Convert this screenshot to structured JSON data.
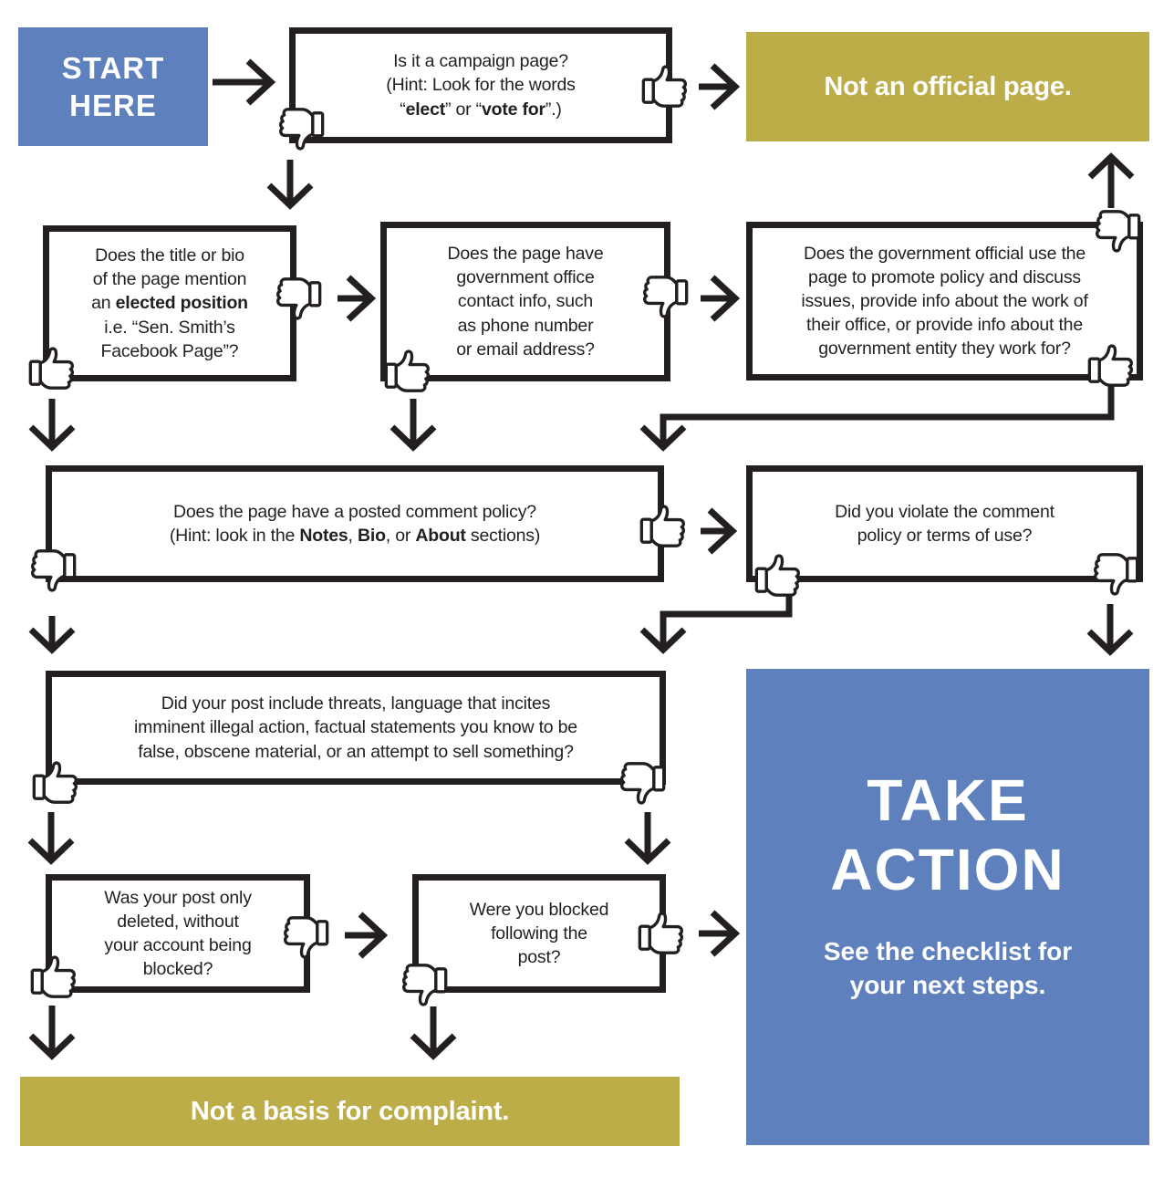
{
  "colors": {
    "blue": "#5e80bd",
    "olive": "#bcad49",
    "line": "#231f20",
    "box_bg": "#ffffff"
  },
  "icons": {
    "thumbs_up": "thumbs-up-outline",
    "thumbs_down": "thumbs-down-outline",
    "arrow": "open-chevron-arrow"
  },
  "nodes": {
    "start": {
      "lines": [
        [
          {
            "t": "START"
          }
        ],
        [
          {
            "t": "HERE"
          }
        ]
      ]
    },
    "not_official": {
      "text": "Not an official page."
    },
    "q_campaign": {
      "lines": [
        [
          {
            "t": "Is it a campaign page?"
          }
        ],
        [
          {
            "t": "(Hint: Look for the words"
          }
        ],
        [
          {
            "t": "“"
          },
          {
            "t": "elect",
            "b": 1
          },
          {
            "t": "” or “"
          },
          {
            "t": "vote for",
            "b": 1
          },
          {
            "t": "”.)"
          }
        ]
      ]
    },
    "q_title_bio": {
      "lines": [
        [
          {
            "t": "Does the title or bio"
          }
        ],
        [
          {
            "t": "of the page mention"
          }
        ],
        [
          {
            "t": "an "
          },
          {
            "t": "elected position",
            "b": 1
          }
        ],
        [
          {
            "t": "i.e. “Sen. Smith’s"
          }
        ],
        [
          {
            "t": "Facebook Page”?"
          }
        ]
      ]
    },
    "q_contact": {
      "lines": [
        [
          {
            "t": "Does the page have"
          }
        ],
        [
          {
            "t": "government office"
          }
        ],
        [
          {
            "t": "contact info, such"
          }
        ],
        [
          {
            "t": "as phone number"
          }
        ],
        [
          {
            "t": "or email address?"
          }
        ]
      ]
    },
    "q_promote": {
      "lines": [
        [
          {
            "t": "Does the government official use the"
          }
        ],
        [
          {
            "t": "page to promote policy and discuss"
          }
        ],
        [
          {
            "t": "issues, provide info about the work of"
          }
        ],
        [
          {
            "t": "their office, or provide info about the"
          }
        ],
        [
          {
            "t": "government entity they work for?"
          }
        ]
      ]
    },
    "q_policy": {
      "lines": [
        [
          {
            "t": "Does the page have a posted comment policy?"
          }
        ],
        [
          {
            "t": "(Hint: look in the "
          },
          {
            "t": "Notes",
            "b": 1
          },
          {
            "t": ", "
          },
          {
            "t": "Bio",
            "b": 1
          },
          {
            "t": ", or "
          },
          {
            "t": "About",
            "b": 1
          },
          {
            "t": " sections)"
          }
        ]
      ]
    },
    "q_violate": {
      "lines": [
        [
          {
            "t": "Did you violate the comment"
          }
        ],
        [
          {
            "t": "policy or terms of use?"
          }
        ]
      ]
    },
    "q_threats": {
      "lines": [
        [
          {
            "t": "Did your post include threats, language that incites"
          }
        ],
        [
          {
            "t": "imminent illegal action, factual statements you know to be"
          }
        ],
        [
          {
            "t": "false, obscene material, or an attempt to sell something?"
          }
        ]
      ]
    },
    "q_deleted": {
      "lines": [
        [
          {
            "t": "Was your post only"
          }
        ],
        [
          {
            "t": "deleted, without"
          }
        ],
        [
          {
            "t": "your account being"
          }
        ],
        [
          {
            "t": "blocked?"
          }
        ]
      ]
    },
    "q_blocked": {
      "lines": [
        [
          {
            "t": "Were you blocked"
          }
        ],
        [
          {
            "t": "following the"
          }
        ],
        [
          {
            "t": "post?"
          }
        ]
      ]
    },
    "take_action": {
      "title_lines": [
        [
          {
            "t": "TAKE"
          }
        ],
        [
          {
            "t": "ACTION"
          }
        ]
      ],
      "subtitle_lines": [
        [
          {
            "t": "See the checklist for"
          }
        ],
        [
          {
            "t": "your next steps."
          }
        ]
      ]
    },
    "not_basis": {
      "text": "Not a basis for complaint."
    }
  }
}
